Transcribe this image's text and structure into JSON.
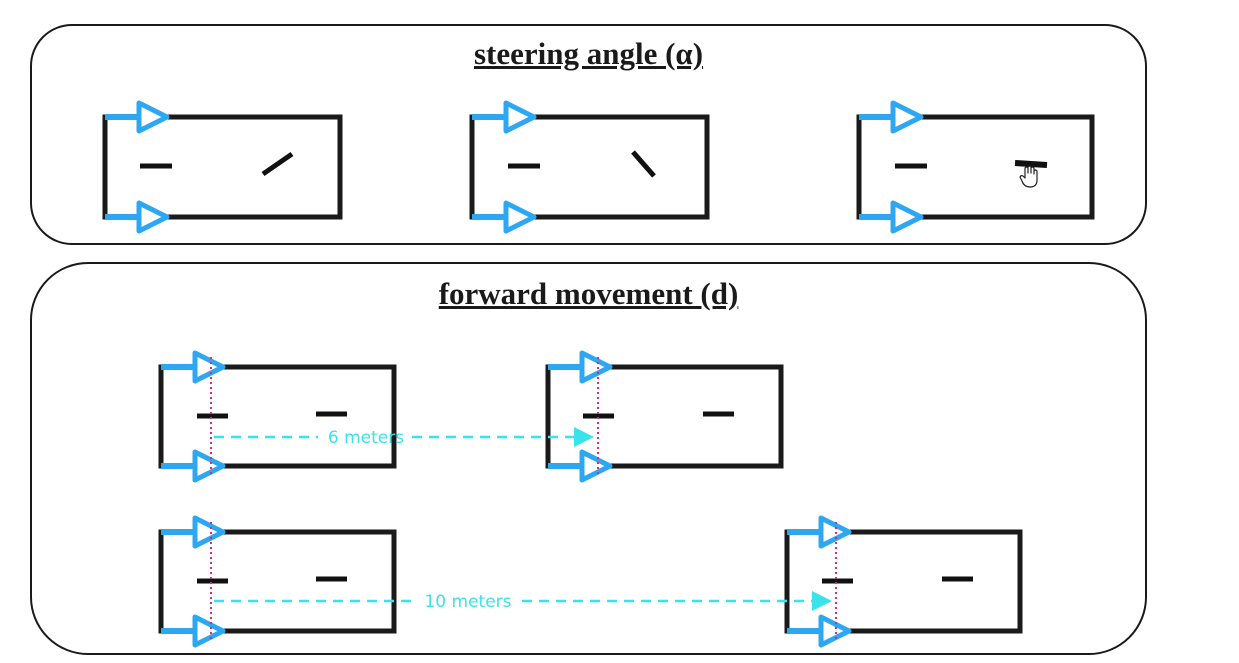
{
  "steering_panel": {
    "title": "steering angle (α)"
  },
  "forward_panel": {
    "title": "forward movement (d)",
    "distances": [
      {
        "label": "6 meters",
        "meters": 6
      },
      {
        "label": "10 meters",
        "meters": 10
      }
    ]
  },
  "colors": {
    "outline": "#1a1a1a",
    "wheel_arrow": "#2ea7f2",
    "distance_arrow": "#38e4ea",
    "reference_line": "#d0307a"
  },
  "icons": {
    "cursor": "hand-pointer-icon"
  }
}
